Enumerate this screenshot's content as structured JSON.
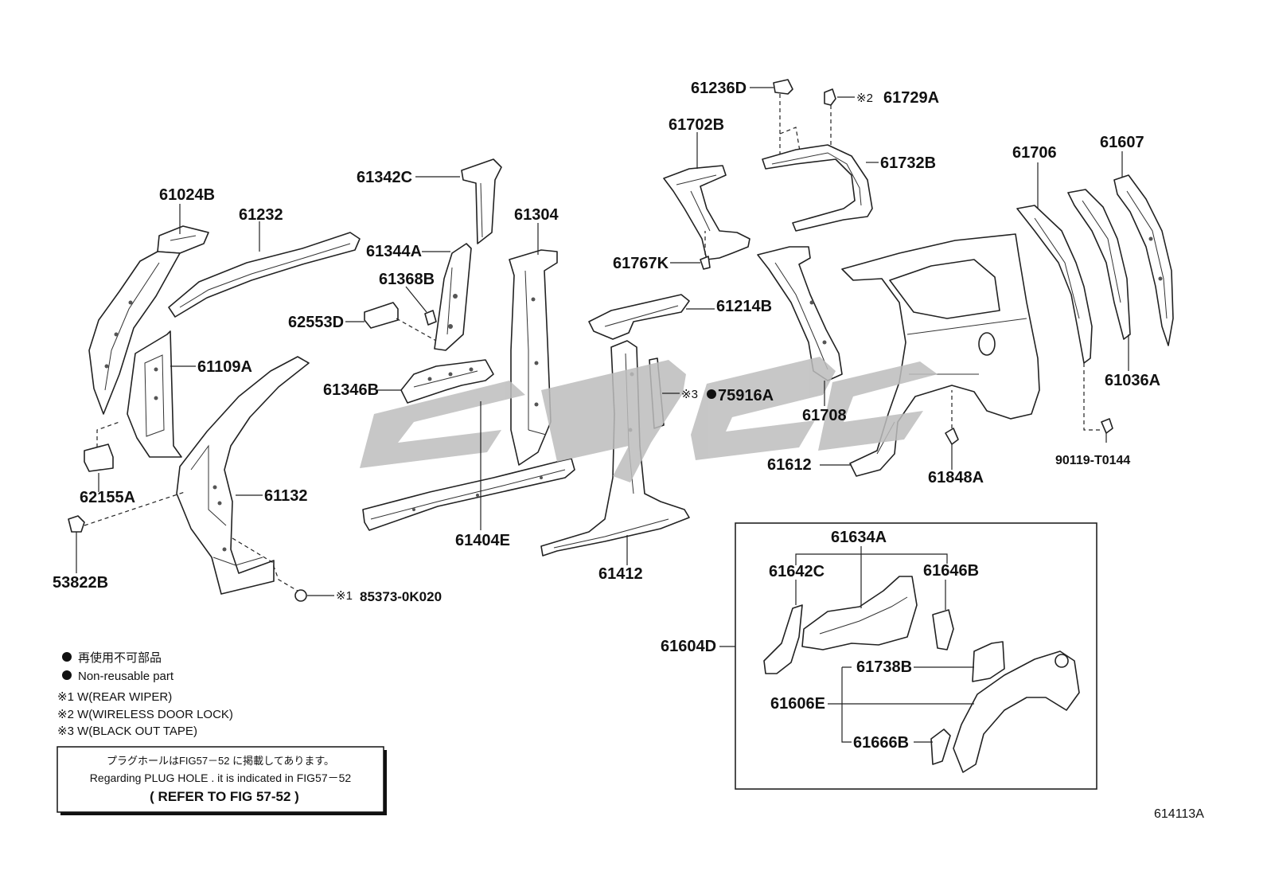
{
  "labels": {
    "p61024B": "61024B",
    "p61232": "61232",
    "p61109A": "61109A",
    "p62155A": "62155A",
    "p61132": "61132",
    "p53822B": "53822B",
    "p85373": "85373-0K020",
    "note1": "※1",
    "p61342C": "61342C",
    "p61344A": "61344A",
    "p61368B": "61368B",
    "p62553D": "62553D",
    "p61346B": "61346B",
    "p61304": "61304",
    "p61404E": "61404E",
    "p61214B": "61214B",
    "p61412": "61412",
    "p75916A": "75916A",
    "note3": "※3",
    "p61702B": "61702B",
    "p61767K": "61767K",
    "p61236D": "61236D",
    "p61729A": "61729A",
    "note2": "※2",
    "p61732B": "61732B",
    "p61708": "61708",
    "p61612": "61612",
    "p61848A": "61848A",
    "p61706": "61706",
    "p61607": "61607",
    "p61036A": "61036A",
    "p90119": "90119-T0144",
    "p61634A": "61634A",
    "p61642C": "61642C",
    "p61646B": "61646B",
    "p61604D": "61604D",
    "p61738B": "61738B",
    "p61606E": "61606E",
    "p61666B": "61666B"
  },
  "legend": {
    "line1": "再使用不可部品",
    "line2": "Non-reusable part",
    "note1": "※1  W(REAR WIPER)",
    "note2": "※2  W(WIRELESS DOOR LOCK)",
    "note3": "※3  W(BLACK OUT TAPE)"
  },
  "notice": {
    "jp": "プラグホールはFIG57－52 に掲載してあります。",
    "en": "Regarding  PLUG HOLE . it is indicated  in  FIG57－52",
    "ref": "(    REFER  TO  FIG  57-52  )"
  },
  "figure_id": "614113A",
  "watermark": "cps"
}
